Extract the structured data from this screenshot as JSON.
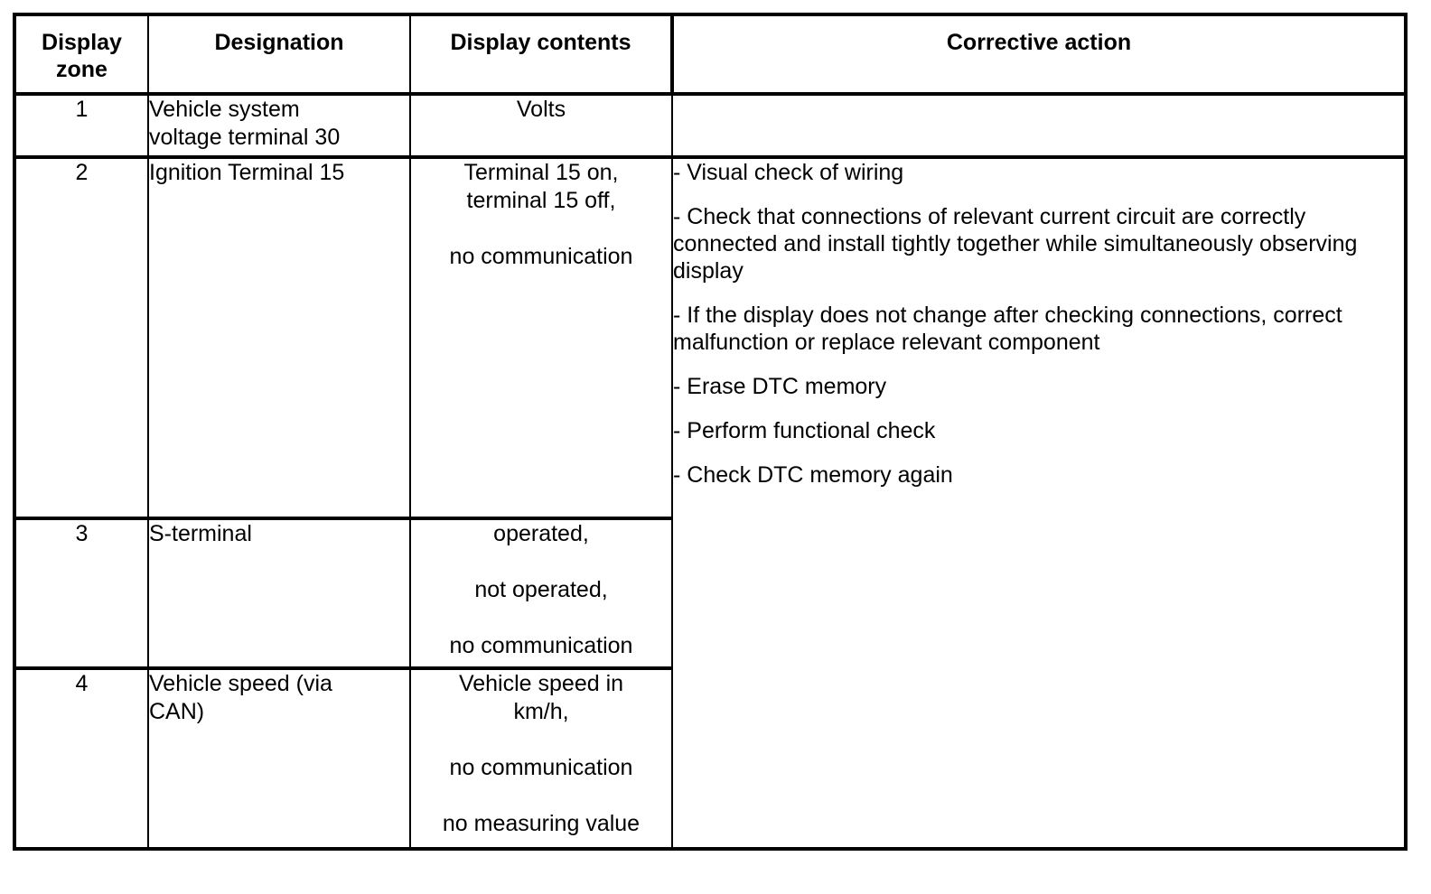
{
  "table": {
    "headers": [
      "Display zone",
      "Designation",
      "Display contents",
      "Corrective action"
    ],
    "header_zone_line1": "Display",
    "header_zone_line2": "zone",
    "rows": [
      {
        "zone": "1",
        "designation_lines": [
          "Vehicle system",
          "voltage terminal 30"
        ],
        "contents_lines": [
          "Volts"
        ],
        "contents_gaps": []
      },
      {
        "zone": "2",
        "designation_lines": [
          "Ignition Terminal 15"
        ],
        "contents_lines": [
          "Terminal 15 on,",
          "terminal 15 off,",
          "",
          "no communication"
        ],
        "contents_gaps": [
          2
        ]
      },
      {
        "zone": "3",
        "designation_lines": [
          "S-terminal"
        ],
        "contents_lines": [
          "operated,",
          "",
          "not operated,",
          "",
          "no communication"
        ],
        "contents_gaps": [
          1,
          3
        ]
      },
      {
        "zone": "4",
        "designation_lines": [
          "Vehicle speed (via",
          "CAN)"
        ],
        "contents_lines": [
          "Vehicle speed in",
          "km/h,",
          "",
          "no communication",
          "",
          "no measuring value"
        ],
        "contents_gaps": [
          2,
          4
        ]
      }
    ],
    "corrective_action_items": [
      "- Visual check of wiring",
      "- Check that connections of relevant current circuit are correctly connected and install tightly together while simultaneously observing display",
      "- If the display does not change after checking connections, correct malfunction or replace relevant component",
      "- Erase DTC memory",
      "- Perform functional check",
      "- Check DTC memory again"
    ]
  },
  "colors": {
    "border": "#000000",
    "text": "#000000",
    "background": "#ffffff"
  }
}
